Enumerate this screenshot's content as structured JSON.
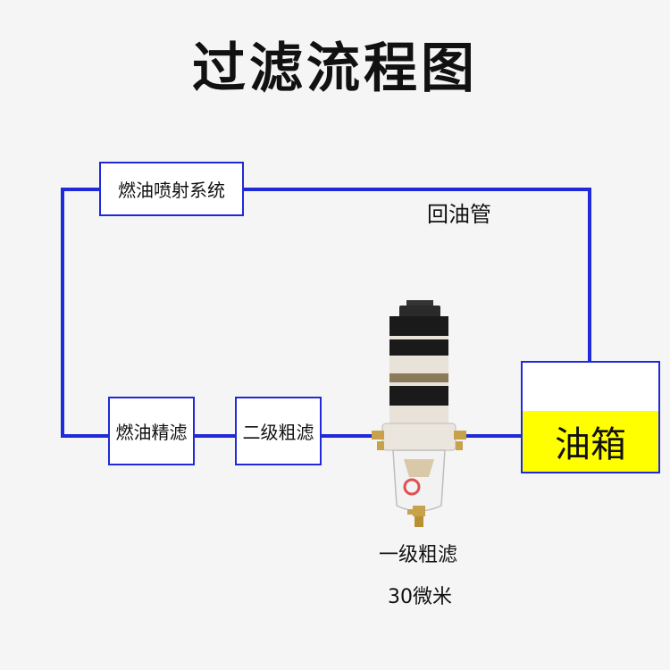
{
  "title": "过滤流程图",
  "nodes": {
    "injection_system": "燃油喷射系统",
    "return_pipe": "回油管",
    "fine_filter": "燃油精滤",
    "secondary_coarse_filter": "二级粗滤",
    "primary_coarse_filter": "一级粗滤",
    "primary_micron": "30微米",
    "fuel_tank": "油箱"
  },
  "colors": {
    "line": "#1f2bd8",
    "tank_fill": "#ffff00",
    "background": "#f5f5f5"
  },
  "icons": [
    "fuel-filter-separator-icon"
  ]
}
